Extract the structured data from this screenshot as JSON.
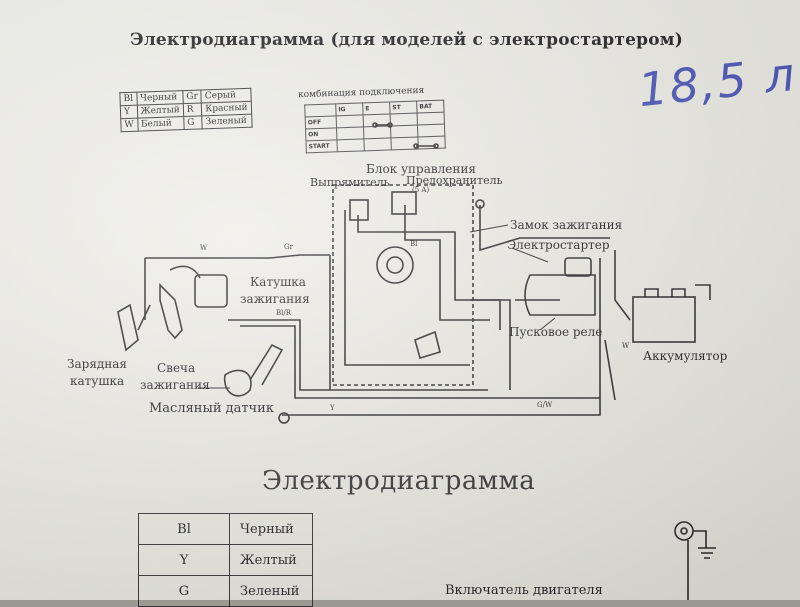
{
  "title": "Электродиаграмма (для моделей с электростартером)",
  "handwritten_note": "18,5 л",
  "legend_top": {
    "rows": [
      [
        "Bl",
        "Черный",
        "Gr",
        "Серый"
      ],
      [
        "Y",
        "Желтый",
        "R",
        "Красный"
      ],
      [
        "W",
        "Белый",
        "G",
        "Зеленый"
      ]
    ]
  },
  "combination": {
    "caption": "комбинация подключения",
    "header": [
      "",
      "IG",
      "E",
      "ST",
      "BAT"
    ],
    "rows": [
      "OFF",
      "ON",
      "START"
    ]
  },
  "labels": {
    "control_unit": "Блок управления",
    "rectifier": "Выпрямитель",
    "fuse": "Предохранитель",
    "fuse_rating": "(5 A)",
    "ignition_lock": "Замок зажигания",
    "starter": "Электростартер",
    "ignition_coil_1": "Катушка",
    "ignition_coil_2": "зажигания",
    "charging_coil_1": "Зарядная",
    "charging_coil_2": "катушка",
    "spark_plug_1": "Свеча",
    "spark_plug_2": "зажигания",
    "oil_sensor": "Масляный датчик",
    "start_relay": "Пусковое реле",
    "battery": "Аккумулятор"
  },
  "wire_labels": {
    "w1": "W",
    "gr": "Gr",
    "bl_r": "Bl/R",
    "bl": "Bl",
    "y": "Y",
    "g_w": "G/W",
    "w2": "W"
  },
  "second_title": "Электродиаграмма",
  "legend_bottom": {
    "rows": [
      [
        "Bl",
        "Черный"
      ],
      [
        "Y",
        "Желтый"
      ],
      [
        "G",
        "Зеленый"
      ]
    ]
  },
  "engine_switch": "Включатель двигателя"
}
